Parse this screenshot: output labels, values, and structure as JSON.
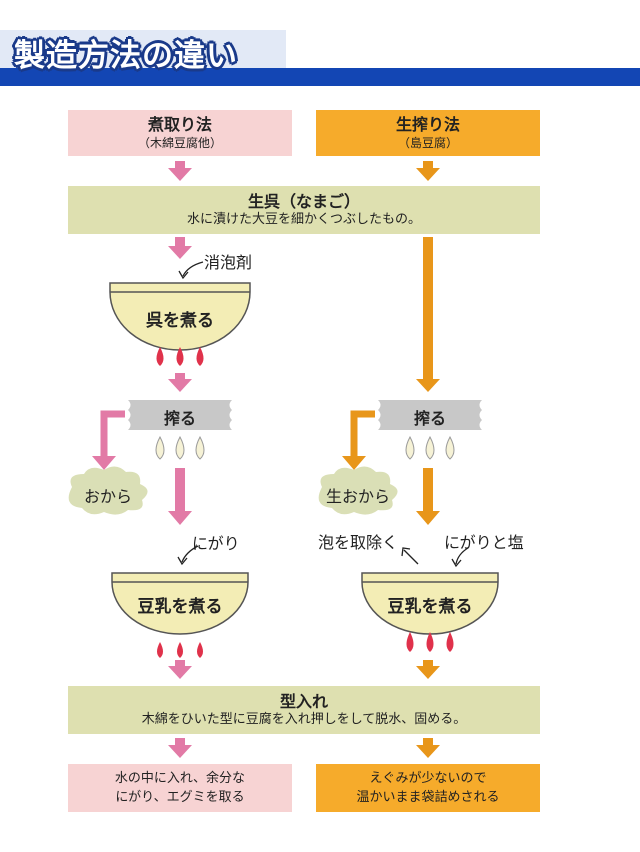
{
  "title": "製造方法の違い",
  "left_method": {
    "name": "煮取り法",
    "sub": "（木綿豆腐他）"
  },
  "right_method": {
    "name": "生搾り法",
    "sub": "（島豆腐）"
  },
  "namago": {
    "name": "生呉（なまご）",
    "desc": "水に漬けた大豆を細かくつぶしたもの。"
  },
  "left": {
    "additive": "消泡剤",
    "boil_go": "呉を煮る",
    "press": "搾る",
    "byproduct": "おから",
    "coagulant": "にがり",
    "boil_milk": "豆乳を煮る",
    "final": [
      "水の中に入れ、余分な",
      "にがり、エグミを取る"
    ]
  },
  "right": {
    "press": "搾る",
    "byproduct": "生おから",
    "skim": "泡を取除く",
    "coagulant": "にがりと塩",
    "boil_milk": "豆乳を煮る",
    "final": [
      "えぐみが少ないので",
      "温かいまま袋詰めされる"
    ]
  },
  "molding": {
    "name": "型入れ",
    "desc": "木綿をひいた型に豆腐を入れ押しをして脱水、固める。"
  },
  "colors": {
    "header_blue": "#1346b4",
    "pink": "#f7d3d3",
    "orange": "#f6ab2b",
    "olive": "#dee0b0",
    "pink_arrow": "#e27aa6",
    "orange_arrow": "#e8961a",
    "flame": "#e0324b",
    "bowl": "#f3edb5"
  }
}
